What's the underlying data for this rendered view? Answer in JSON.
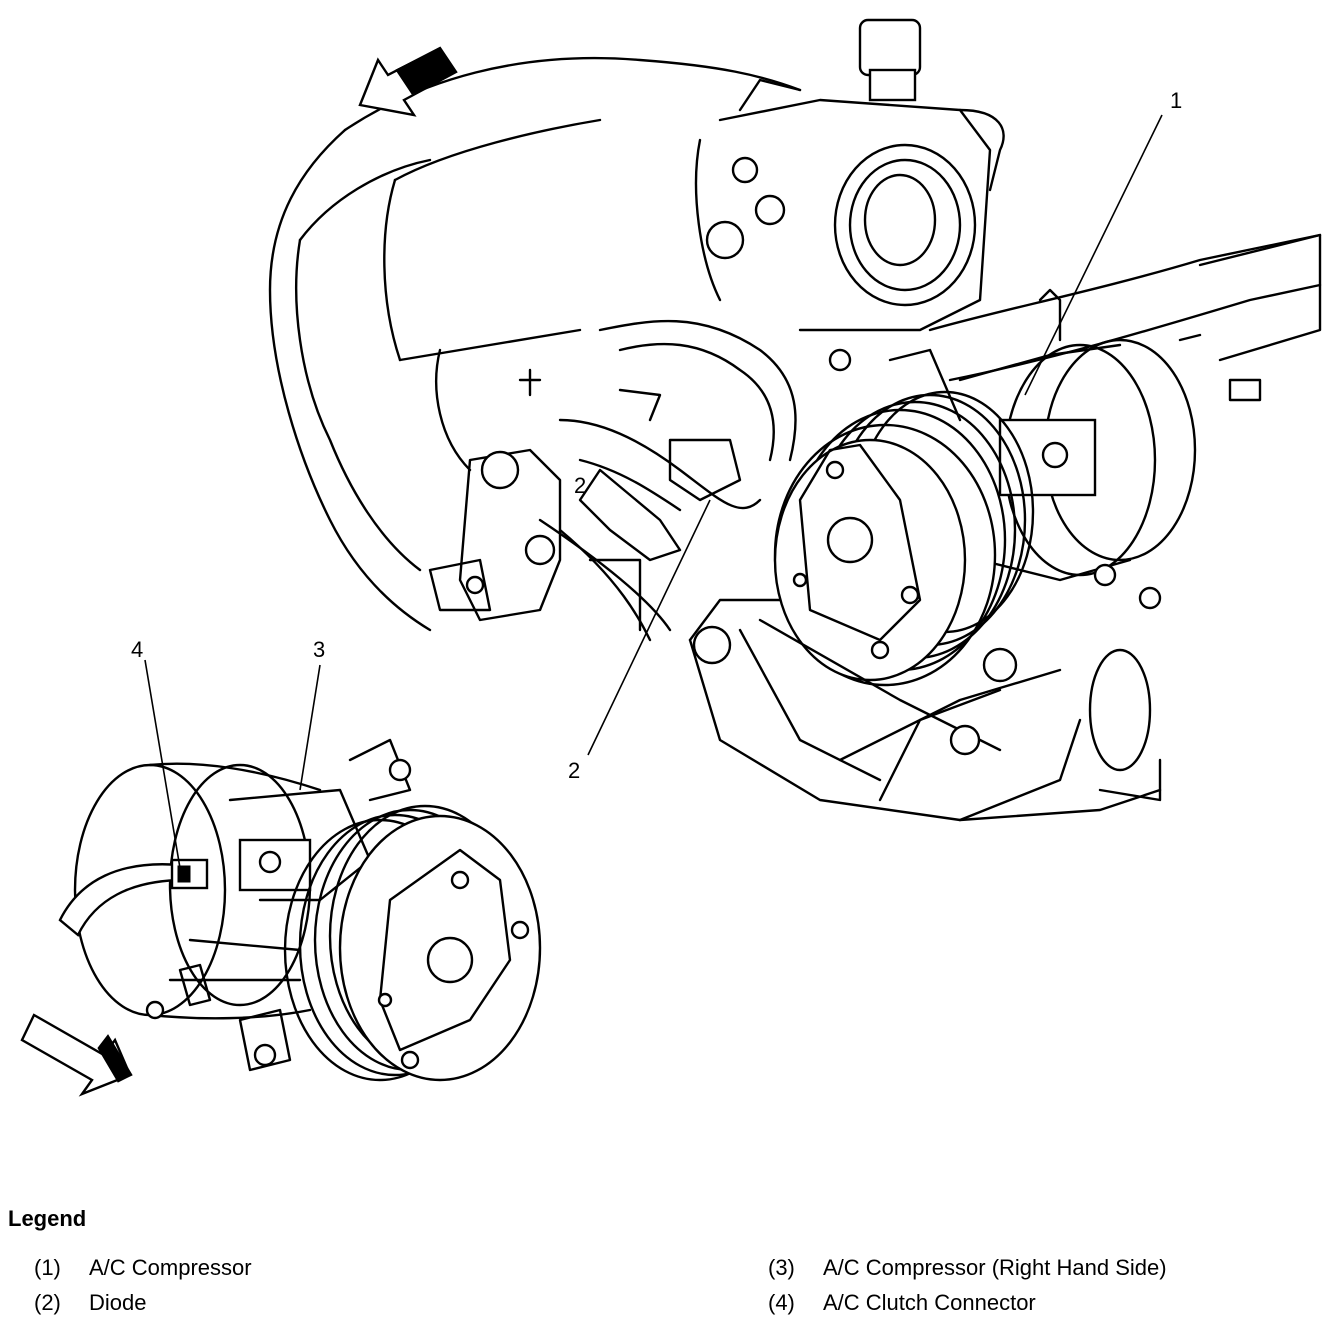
{
  "diagram": {
    "callouts": {
      "c1": "1",
      "c2": "2",
      "c2b": "2",
      "c3": "3",
      "c4": "4"
    },
    "arrows": [
      "arrow-top-left",
      "arrow-bottom-left"
    ]
  },
  "legend": {
    "title": "Legend",
    "items": [
      {
        "num": "(1)",
        "label": "A/C Compressor"
      },
      {
        "num": "(2)",
        "label": "Diode"
      },
      {
        "num": "(3)",
        "label": "A/C Compressor (Right Hand Side)"
      },
      {
        "num": "(4)",
        "label": "A/C Clutch Connector"
      }
    ]
  }
}
